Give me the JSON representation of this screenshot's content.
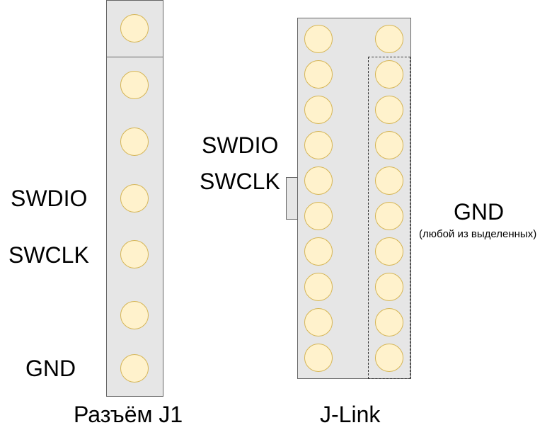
{
  "connector_j1": {
    "caption": "Разъём J1",
    "pin_labels": {
      "swdio": "SWDIO",
      "swclk": "SWCLK",
      "gnd": "GND"
    }
  },
  "jlink": {
    "caption": "J-Link",
    "pin_labels": {
      "swdio": "SWDIO",
      "swclk": "SWCLK"
    },
    "gnd_group": {
      "label": "GND",
      "note": "(любой из выделенных)"
    }
  },
  "colors": {
    "board_fill": "#e6e6e6",
    "board_stroke": "#666666",
    "pin_fill": "#fff2cc",
    "pin_stroke": "#d6b656"
  }
}
